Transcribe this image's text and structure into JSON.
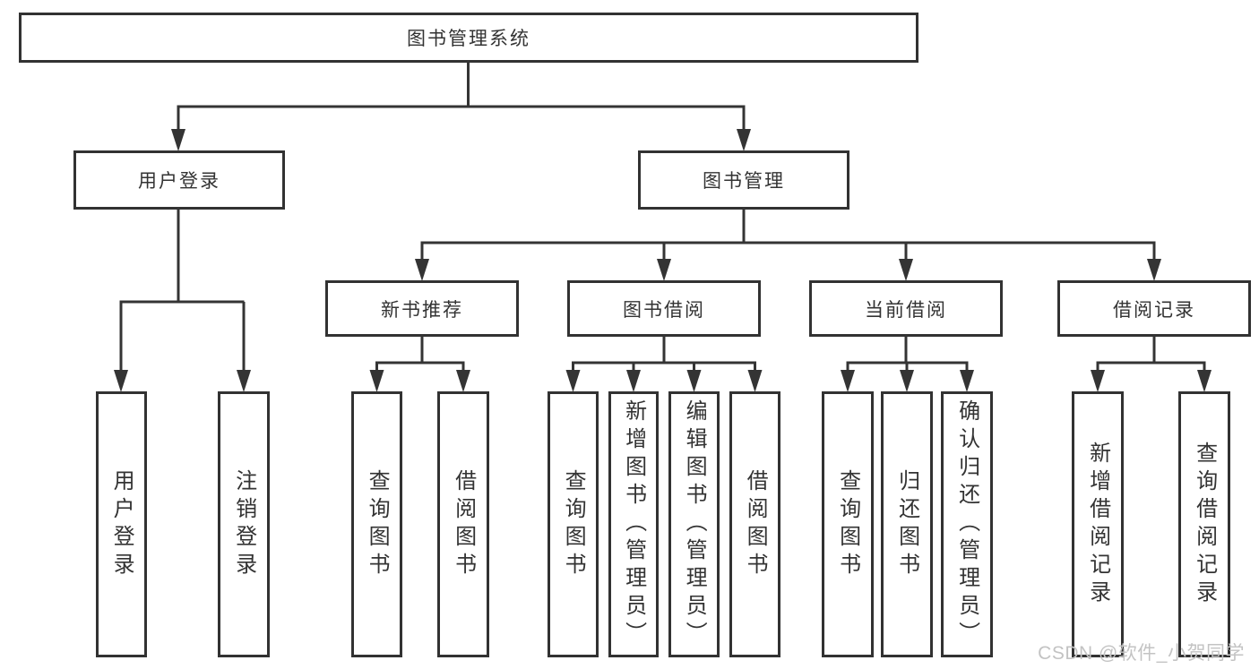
{
  "title": "图书管理系统",
  "watermark": {
    "text": "CSDN @软件_小贺同学"
  },
  "colors": {
    "background": "#ffffff",
    "box_border": "#323232",
    "line": "#343434",
    "text": "#333333",
    "watermark": "#c3c3c3"
  },
  "tree": {
    "root": {
      "label": "图书管理系统",
      "children": [
        {
          "label": "用户登录",
          "children": [
            {
              "label": "用户登录"
            },
            {
              "label": "注销登录"
            }
          ]
        },
        {
          "label": "图书管理",
          "children": [
            {
              "label": "新书推荐",
              "children": [
                {
                  "label": "查询图书"
                },
                {
                  "label": "借阅图书"
                }
              ]
            },
            {
              "label": "图书借阅",
              "children": [
                {
                  "label": "查询图书"
                },
                {
                  "label": "新增图书（管理员）"
                },
                {
                  "label": "编辑图书（管理员）"
                },
                {
                  "label": "借阅图书"
                }
              ]
            },
            {
              "label": "当前借阅",
              "children": [
                {
                  "label": "查询图书"
                },
                {
                  "label": "归还图书"
                },
                {
                  "label": "确认归还（管理员）"
                }
              ]
            },
            {
              "label": "借阅记录",
              "children": [
                {
                  "label": "新增借阅记录"
                },
                {
                  "label": "查询借阅记录"
                }
              ]
            }
          ]
        }
      ]
    }
  }
}
